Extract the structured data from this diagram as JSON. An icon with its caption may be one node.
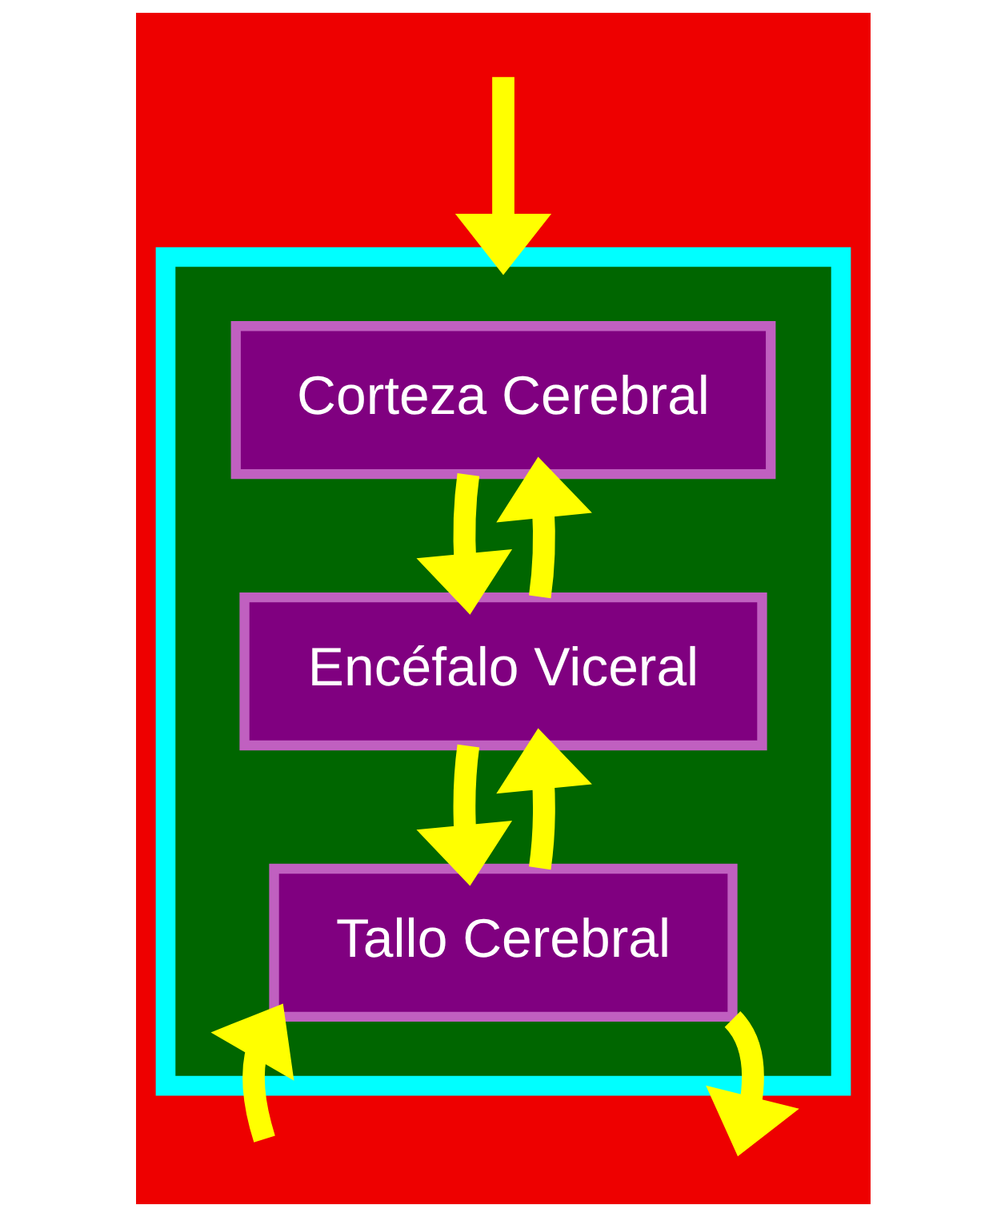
{
  "diagram": {
    "nodes": [
      {
        "text": [],
        "shape": "box"
      },
      {
        "text": [
          "Corteza Cerebral"
        ],
        "in": 0
      },
      {
        "text": [
          "Encéfalo Viceral"
        ],
        "in": 0
      },
      {
        "text": [
          "Tallo Cerebral"
        ],
        "in": 0
      }
    ],
    "edges": [
      {
        "from": null,
        "to": 0,
        "arrow": "to"
      },
      {
        "from": 2,
        "to": 1,
        "arrow": "to"
      },
      {
        "from": 1,
        "to": 2,
        "arrow": "to"
      },
      {
        "from": 3,
        "to": 2,
        "arrow": "to"
      },
      {
        "from": 2,
        "to": 3,
        "arrow": "to"
      },
      {
        "from": null,
        "to": 3,
        "arrow": "to"
      },
      {
        "from": 3,
        "to": null,
        "arrow": "to"
      }
    ]
  }
}
